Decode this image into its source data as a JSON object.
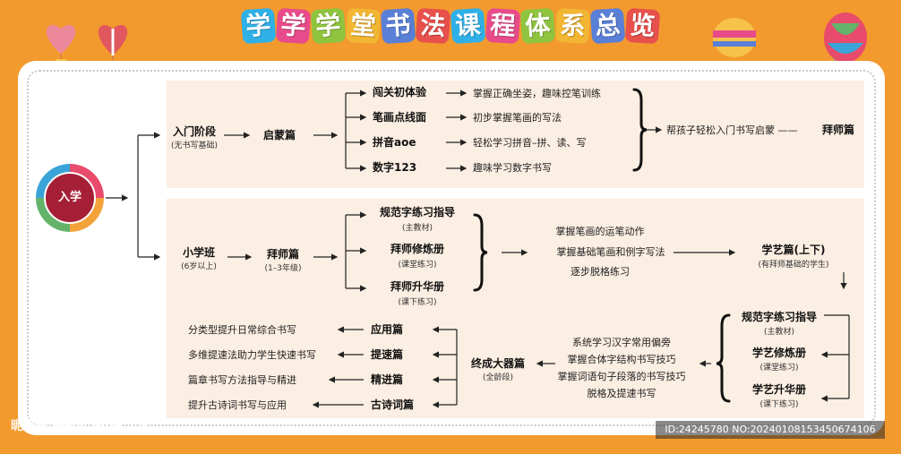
{
  "title_chars": [
    "学",
    "学",
    "学",
    "堂",
    "书",
    "法",
    "课",
    "程",
    "体",
    "系",
    "总",
    "览"
  ],
  "title_colors": [
    "#2fb0e6",
    "#e84b8a",
    "#8fc43f",
    "#f2b632",
    "#5a7fd6",
    "#e8504b",
    "#2fb0e6",
    "#e84b8a",
    "#8fc43f",
    "#f2b632",
    "#5a7fd6",
    "#e8504b"
  ],
  "root": "入学",
  "stage1": {
    "name": "入门阶段",
    "sub": "(无书写基础)",
    "course": "启蒙篇",
    "items": [
      {
        "name": "闯关初体验",
        "desc": "掌握正确坐姿，趣味控笔训练"
      },
      {
        "name": "笔画点线面",
        "desc": "初步掌握笔画的写法"
      },
      {
        "name": "拼音aoe",
        "desc": "轻松学习拼音–拼、读、写"
      },
      {
        "name": "数字123",
        "desc": "趣味学习数字书写"
      }
    ],
    "goal": "帮孩子轻松入门书写启蒙 ——",
    "next": "拜师篇"
  },
  "stage2": {
    "name": "小学班",
    "sub": "(6岁以上)",
    "course": "拜师篇",
    "course_sub": "(1–3年级)",
    "books": [
      {
        "name": "规范字练习指导",
        "sub": "(主教材)"
      },
      {
        "name": "拜师修炼册",
        "sub": "(课堂练习)"
      },
      {
        "name": "拜师升华册",
        "sub": "(课下练习)"
      }
    ],
    "goals": [
      "掌握笔画的运笔动作",
      "掌握基础笔画和例字写法",
      "逐步脱格练习"
    ],
    "next": "学艺篇(上下)",
    "next_sub": "(有拜师基础的学生)"
  },
  "stage3": {
    "books": [
      {
        "name": "规范字练习指导",
        "sub": "(主教材)"
      },
      {
        "name": "学艺修炼册",
        "sub": "(课堂练习)"
      },
      {
        "name": "学艺升华册",
        "sub": "(课下练习)"
      }
    ],
    "goals": [
      "系统学习汉字常用偏旁",
      "掌握合体字结构书写技巧",
      "掌握词语句子段落的书写技巧",
      "脱格及提速书写"
    ],
    "final": "终成大器篇",
    "final_sub": "(全龄段)",
    "branches": [
      {
        "name": "应用篇",
        "desc": "分类型提升日常综合书写"
      },
      {
        "name": "提速篇",
        "desc": "多维提速法助力学生快速书写"
      },
      {
        "name": "精进篇",
        "desc": "篇章书写方法指导与精进"
      },
      {
        "name": "古诗词篇",
        "desc": "提升古诗词书写与应用"
      }
    ]
  },
  "watermark": "ID:24245780 NO:20240108153450674106",
  "logo_text": "昵享网 www.nipic.cn"
}
